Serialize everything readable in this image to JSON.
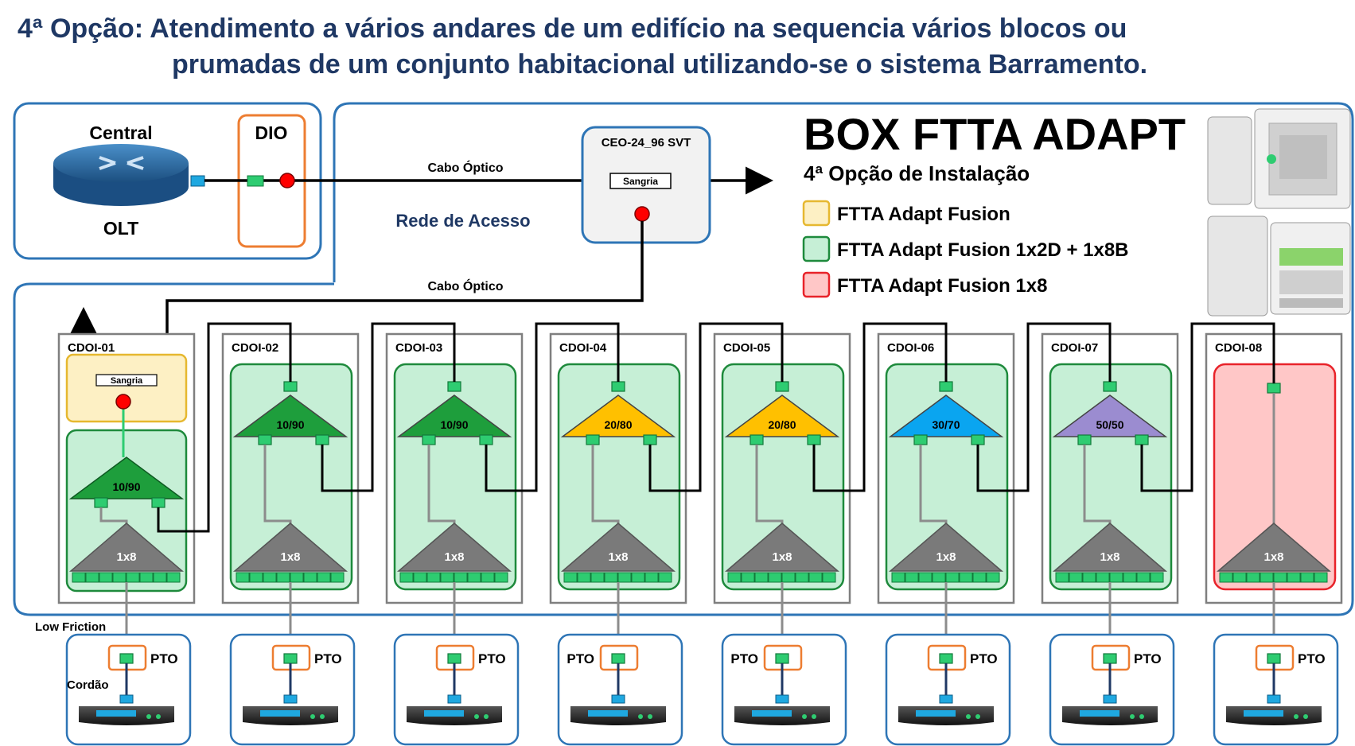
{
  "title": {
    "line1": "4ª Opção: Atendimento a vários andares de um edifício na sequencia vários blocos ou",
    "line2": "prumadas de um conjunto habitacional utilizando-se o sistema Barramento."
  },
  "central": {
    "label_top": "Central",
    "label_bottom": "OLT",
    "dio_label": "DIO"
  },
  "network": {
    "cable_top": "Cabo Óptico",
    "cable_bottom": "Cabo Óptico",
    "ceo_label": "CEO-24_96 SVT",
    "sangria": "Sangria",
    "access_label": "Rede de Acesso"
  },
  "legend": {
    "brand": "BOX FTTA ADAPT",
    "subtitle": "4ª Opção de Instalação",
    "items": [
      {
        "label": "FTTA Adapt Fusion",
        "color": "#fdf0c4",
        "border": "#e6b830"
      },
      {
        "label": "FTTA Adapt Fusion 1x2D + 1x8B",
        "color": "#c6efd6",
        "border": "#1e8a3c"
      },
      {
        "label": "FTTA Adapt Fusion 1x8",
        "color": "#ffc7c7",
        "border": "#e8232a"
      }
    ]
  },
  "cdois": [
    {
      "name": "CDOI-01",
      "splitter": "10/90",
      "splitter_color": "#1e9e3c"
    },
    {
      "name": "CDOI-02",
      "splitter": "10/90",
      "splitter_color": "#1e9e3c"
    },
    {
      "name": "CDOI-03",
      "splitter": "10/90",
      "splitter_color": "#1e9e3c"
    },
    {
      "name": "CDOI-04",
      "splitter": "20/80",
      "splitter_color": "#ffc000"
    },
    {
      "name": "CDOI-05",
      "splitter": "20/80",
      "splitter_color": "#ffc000"
    },
    {
      "name": "CDOI-06",
      "splitter": "30/70",
      "splitter_color": "#0aa5f0"
    },
    {
      "name": "CDOI-07",
      "splitter": "50/50",
      "splitter_color": "#9b8cd0"
    },
    {
      "name": "CDOI-08",
      "splitter": "",
      "splitter_color": ""
    }
  ],
  "splitter_1x8": "1x8",
  "pto_label": "PTO",
  "low_friction": "Low Friction",
  "cordao": "Cordão",
  "colors": {
    "title": "#1f3864",
    "box_border": "#2e75b6",
    "fiber": "#000000",
    "connector": "#2ecc71",
    "red_dot": "#ff0000"
  }
}
